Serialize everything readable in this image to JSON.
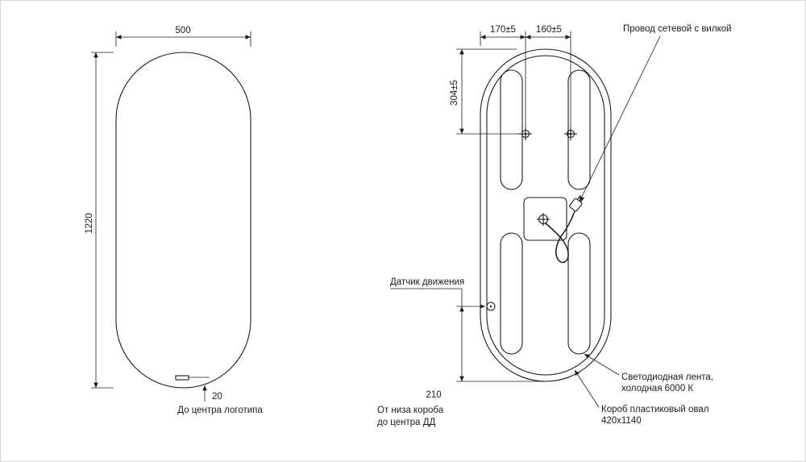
{
  "front_view": {
    "dim_width": "500",
    "dim_height": "1220",
    "dim_logo": "20",
    "label_logo": "До центра логотипа"
  },
  "rear_view": {
    "dim_edge_to_hole": "170±5",
    "dim_hole_to_hole": "160±5",
    "dim_top_to_holes": "304±5",
    "dim_box_bottom_to_sensor": "210",
    "label_cord": "Провод сетевой с вилкой",
    "label_sensor": "Датчик движения",
    "note_sensor_line1": "От низа короба",
    "note_sensor_line2": "до центра ДД",
    "label_led_line1": "Светодиодная лента,",
    "label_led_line2": "холодная 6000 К",
    "label_box_line1": "Короб пластиковый овал",
    "label_box_line2": "420х1140"
  }
}
